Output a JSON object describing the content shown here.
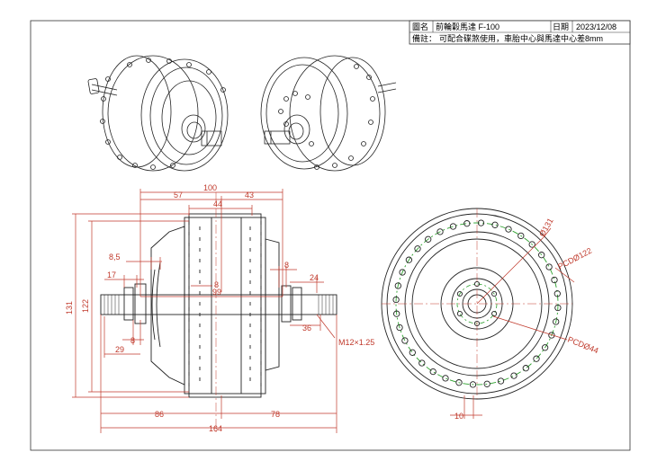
{
  "title_block": {
    "name_label": "圖名",
    "name_value": "前輪轂馬達 F-100",
    "date_label": "日期",
    "date_value": "2023/12/08",
    "note_label": "備註：",
    "note_value": "可配合碟煞使用，車胎中心與馬達中心差8mm"
  },
  "dimensions": {
    "overall_top": "100",
    "left_part": "57",
    "right_part": "43",
    "inner_44": "44",
    "dim_8_5": "8,5",
    "dim_17": "17",
    "dim_8a": "8",
    "dim_8b": "8",
    "dim_24": "24",
    "dim_99": "99",
    "dim_8c": "8",
    "dim_36": "36",
    "dim_29": "29",
    "thread": "M12×1.25",
    "height_131": "131",
    "height_122": "122",
    "bottom_86": "86",
    "bottom_78": "78",
    "bottom_164": "164",
    "diam_131": "Ø131",
    "pcd_122": "PCDØ122",
    "pcd_44": "PCDØ44",
    "bolt_10": "10"
  },
  "colors": {
    "dimension": "#c0392b",
    "pcd_circle": "#2ca02c",
    "outline": "#222222"
  }
}
